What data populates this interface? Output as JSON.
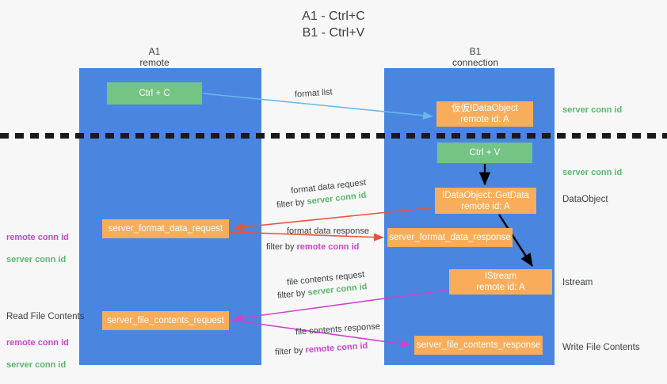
{
  "title": "A1 - Ctrl+C\nB1 - Ctrl+V",
  "columns": [
    {
      "name": "A1",
      "sub": "remote",
      "label": "A1\nremote"
    },
    {
      "name": "B1",
      "sub": "connection",
      "label": "B1\nconnection"
    }
  ],
  "nodes": {
    "ctrl_c": "Ctrl + C",
    "idataobject": "仮仮IDataObject\nremote id: A",
    "ctrl_v": "Ctrl + V",
    "getdata": "IDataObject::GetData\nremote id: A",
    "istream": "IStream\nremote id: A",
    "server_format_data_request": "server_format_data_request",
    "server_format_data_response": "server_format_data_response",
    "server_file_contents_request": "server_file_contents_request",
    "server_file_contents_response": "server_file_contents_response"
  },
  "edges": {
    "format_list": "format list",
    "format_data_request": "format data request",
    "format_data_request_filter_prefix": "filter by ",
    "format_data_request_filter_value": "server conn id",
    "format_data_response": "format data response",
    "format_data_response_filter_prefix": "filter by ",
    "format_data_response_filter_value": "remote conn id",
    "file_contents_request": "file contents request",
    "file_contents_request_filter_prefix": "filter by ",
    "file_contents_request_filter_value": "server conn id",
    "file_contents_response": "file contents response",
    "file_contents_response_filter_prefix": "filter by ",
    "file_contents_response_filter_value": "remote conn id"
  },
  "annotations": {
    "right_server_conn_id_top": "server conn id",
    "right_server_conn_id_mid": "server conn id",
    "right_dataobject": "DataObject",
    "right_istream": "Istream",
    "right_write_file_contents": "Write File Contents",
    "left_remote_conn_id_1": "remote conn id",
    "left_server_conn_id_1": "server conn id",
    "left_read_file_contents": "Read File Contents",
    "left_remote_conn_id_2": "remote conn id",
    "left_server_conn_id_2": "server conn id"
  },
  "colors": {
    "lane": "#4a86e0",
    "green_node": "#74c484",
    "orange_node": "#f9ad5a",
    "server_conn_id": "#5bb56e",
    "remote_conn_id": "#cc44cc",
    "arrow_blue": "#6ab7e8",
    "arrow_red": "#e8533f",
    "arrow_magenta": "#cc44cc",
    "arrow_black": "#000000",
    "background": "#f7f7f7"
  }
}
